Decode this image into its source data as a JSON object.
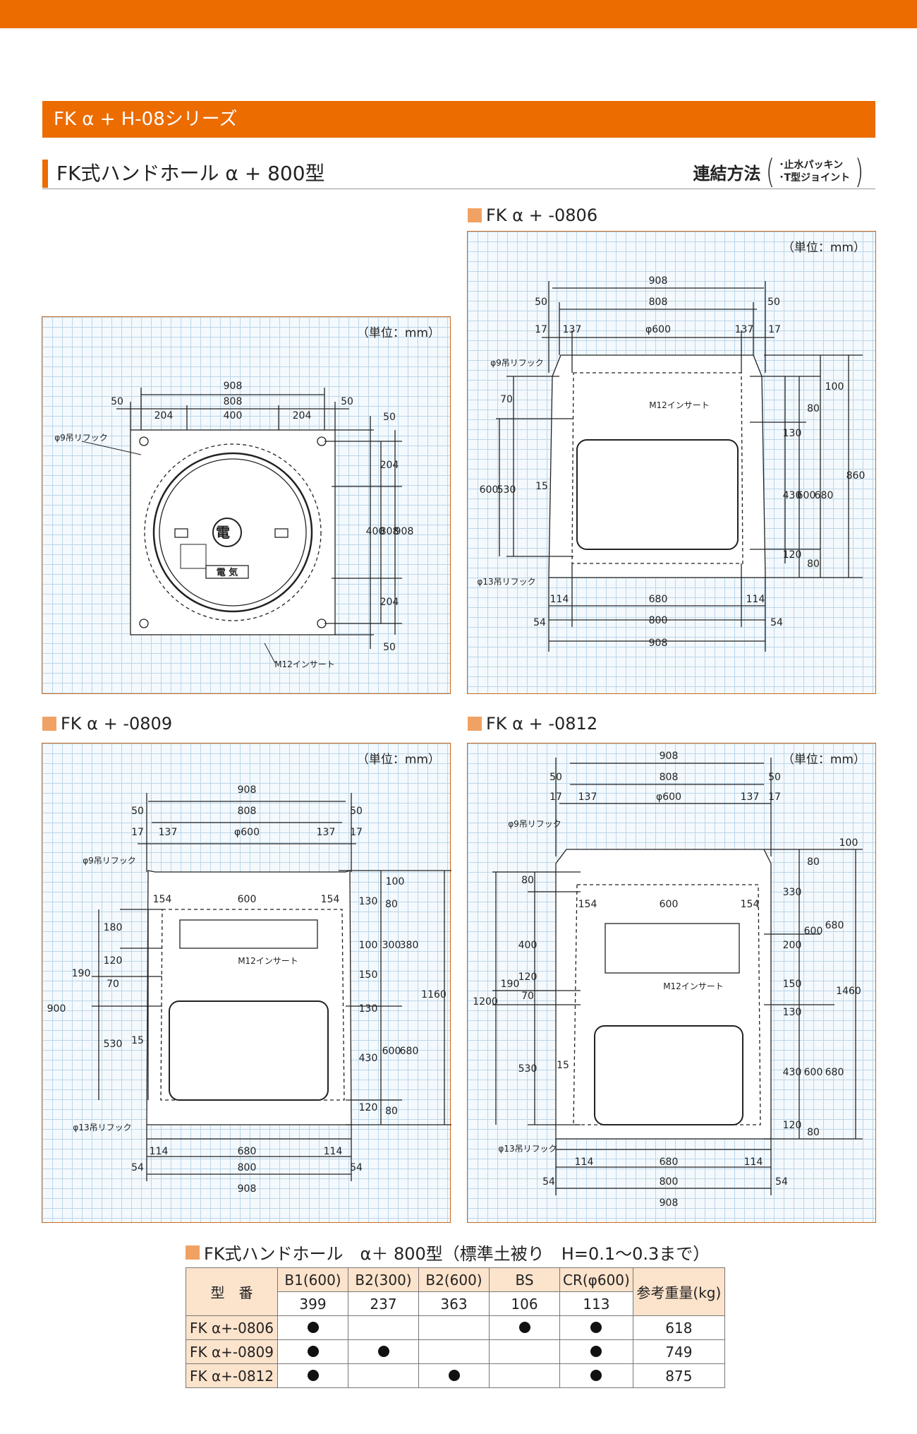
{
  "series_title": "FK α + H-08シリーズ",
  "subtitle": "FK式ハンドホール α + 800型",
  "connection": {
    "label": "連結方法",
    "items": [
      "･止水パッキン",
      "･T型ジョイント"
    ]
  },
  "unit_label": "（単位：mm）",
  "panels": {
    "top_view": {
      "dims": {
        "d908": "908",
        "d808": "808",
        "d50": "50",
        "d204": "204",
        "d400": "400"
      },
      "labels": {
        "hook": "φ9吊リフック",
        "insert": "M12インサート",
        "mark1": "電",
        "mark2": "電 気"
      }
    },
    "p0806": {
      "heading": "FK α + -0806",
      "dims": {
        "d908": "908",
        "d808": "808",
        "d50": "50",
        "d17": "17",
        "d137": "137",
        "phi": "φ600",
        "d100": "100",
        "d80": "80",
        "d130": "130",
        "d430": "430",
        "d120": "120",
        "d600": "600",
        "d680": "680",
        "d860": "860",
        "d70": "70",
        "d530": "530",
        "d15": "15",
        "d114": "114",
        "d54": "54",
        "d800": "800"
      },
      "labels": {
        "hook9": "φ9吊リフック",
        "insert": "M12インサート",
        "hook13": "φ13吊リフック"
      }
    },
    "p0809": {
      "heading": "FK α + -0809",
      "dims": {
        "d908": "908",
        "d808": "808",
        "d50": "50",
        "d17": "17",
        "d137": "137",
        "phi": "φ600",
        "d154": "154",
        "d600": "600",
        "d180": "180",
        "d190": "190",
        "d120": "120",
        "d70": "70",
        "d900": "900",
        "d530": "530",
        "d15": "15",
        "d130": "130",
        "d100": "100",
        "d150": "150",
        "d430": "430",
        "d80": "80",
        "d300": "300",
        "d380": "380",
        "d680": "680",
        "d1160": "1160",
        "d114": "114",
        "d54": "54",
        "d800": "800"
      },
      "labels": {
        "hook9": "φ9吊リフック",
        "insert": "M12インサート",
        "hook13": "φ13吊リフック"
      }
    },
    "p0812": {
      "heading": "FK α + -0812",
      "dims": {
        "d908": "908",
        "d808": "808",
        "d50": "50",
        "d17": "17",
        "d137": "137",
        "phi": "φ600",
        "d154": "154",
        "d600": "600",
        "d80": "80",
        "d400": "400",
        "d120": "120",
        "d190": "190",
        "d70": "70",
        "d1200": "1200",
        "d530": "530",
        "d15": "15",
        "d100": "100",
        "d330": "330",
        "d200": "200",
        "d150": "150",
        "d130": "130",
        "d430": "430",
        "d680": "680",
        "d1460": "1460",
        "d114": "114",
        "d54": "54",
        "d800": "800"
      },
      "labels": {
        "hook9": "φ9吊リフック",
        "insert": "M12インサート",
        "hook13": "φ13吊リフック"
      }
    }
  },
  "table": {
    "title": "FK式ハンドホール　α＋ 800型（標準土被り　H=0.1〜0.3まで）",
    "model_header": "型　番",
    "weight_header": "参考重量(kg)",
    "columns": [
      {
        "name": "B1(600)",
        "value": "399"
      },
      {
        "name": "B2(300)",
        "value": "237"
      },
      {
        "name": "B2(600)",
        "value": "363"
      },
      {
        "name": "BS",
        "value": "106"
      },
      {
        "name": "CR(φ600)",
        "value": "113"
      }
    ],
    "rows": [
      {
        "model": "FK α+-0806",
        "marks": [
          true,
          false,
          false,
          true,
          true
        ],
        "weight": "618"
      },
      {
        "model": "FK α+-0809",
        "marks": [
          true,
          true,
          false,
          false,
          true
        ],
        "weight": "749"
      },
      {
        "model": "FK α+-0812",
        "marks": [
          true,
          false,
          true,
          false,
          true
        ],
        "weight": "875"
      }
    ]
  },
  "colors": {
    "accent": "#ec6c00",
    "square": "#f0a264",
    "table_header": "#fce3cc",
    "grid": "#bcd6e8"
  }
}
